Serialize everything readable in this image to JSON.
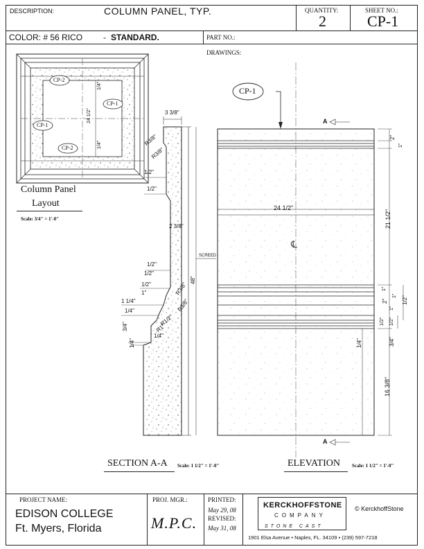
{
  "header": {
    "description_label": "DESCRIPTION:",
    "description_value": "COLUMN PANEL, TYP.",
    "quantity_label": "QUANTITY:",
    "quantity_value": "2",
    "sheet_label": "SHEET NO.:",
    "sheet_value": "CP-1",
    "color_label": "COLOR: # 56 RICO",
    "color_dash": "-",
    "color_value": "STANDARD.",
    "part_label": "PART NO.:",
    "drawings_label": "DRAWINGS:"
  },
  "layout_view": {
    "title": "Column Panel",
    "title2": "Layout",
    "scale": "Scale: 3/4\" = 1'-0\"",
    "tags": [
      "CP-2",
      "CP-1",
      "CP-1",
      "CP-2"
    ],
    "dims": [
      "1/4\"",
      "24 1/2\"",
      "1/4\""
    ]
  },
  "section": {
    "title": "SECTION A-A",
    "scale": "Scale: 1 1/2\" = 1'-0\"",
    "dims": {
      "top": "3 3/8\"",
      "r1": "R3/8\"",
      "r2": "R3/8\"",
      "h1": "1/2\"",
      "h2": "1/2\"",
      "mid": "2 3/8\"",
      "screed": "SCREED",
      "height": "48\"",
      "a1": "1/2\"",
      "a2": "1/2\"",
      "a3": "1/2\"",
      "a4": "1\"",
      "r3": "R3/8\"",
      "r4": "R3/8\"",
      "b1": "1 1/4\"",
      "b2": "1/4\"",
      "r5": "R1/2\"",
      "r6": "R1\"",
      "c1": "3/4\"",
      "c2": "1/4\"",
      "c3": "1/4\""
    }
  },
  "elevation": {
    "title": "ELEVATION",
    "scale": "Scale: 1 1/2\" = 1'-0\"",
    "tag": "CP-1",
    "cut_a_top": "A",
    "cut_a_bottom": "A",
    "width": "24 1/2\"",
    "center": "℄",
    "dims": {
      "d1": "2\"",
      "d2": "1\"",
      "d3": "21 1/2\"",
      "d4": "1\"",
      "d5": "2\"",
      "d6": "1\"",
      "d7": "1/2\"",
      "d8": "1\"",
      "d9": "1/2\"",
      "d10": "1/2\"",
      "d11": "3/4\"",
      "d12": "1/4\"",
      "d13": "16 3/8\""
    }
  },
  "footer": {
    "project_label": "PROJECT NAME:",
    "project_name": "EDISON COLLEGE",
    "project_location": "Ft. Myers, Florida",
    "mgr_label": "PROJ. MGR.:",
    "mgr_value": "M.P.C.",
    "printed_label": "PRINTED:",
    "printed_value": "May 29, 08",
    "revised_label": "REVISED:",
    "revised_value": "May 31, 08",
    "company_name": "KERCKHOFFSTONE",
    "company_sub": "COMPANY",
    "company_tag": "STONE CAST",
    "copyright": "© KerckhoffStone",
    "address": "1901 Elsa Avenue • Naples, FL. 34109 • (239) 597-7218"
  }
}
